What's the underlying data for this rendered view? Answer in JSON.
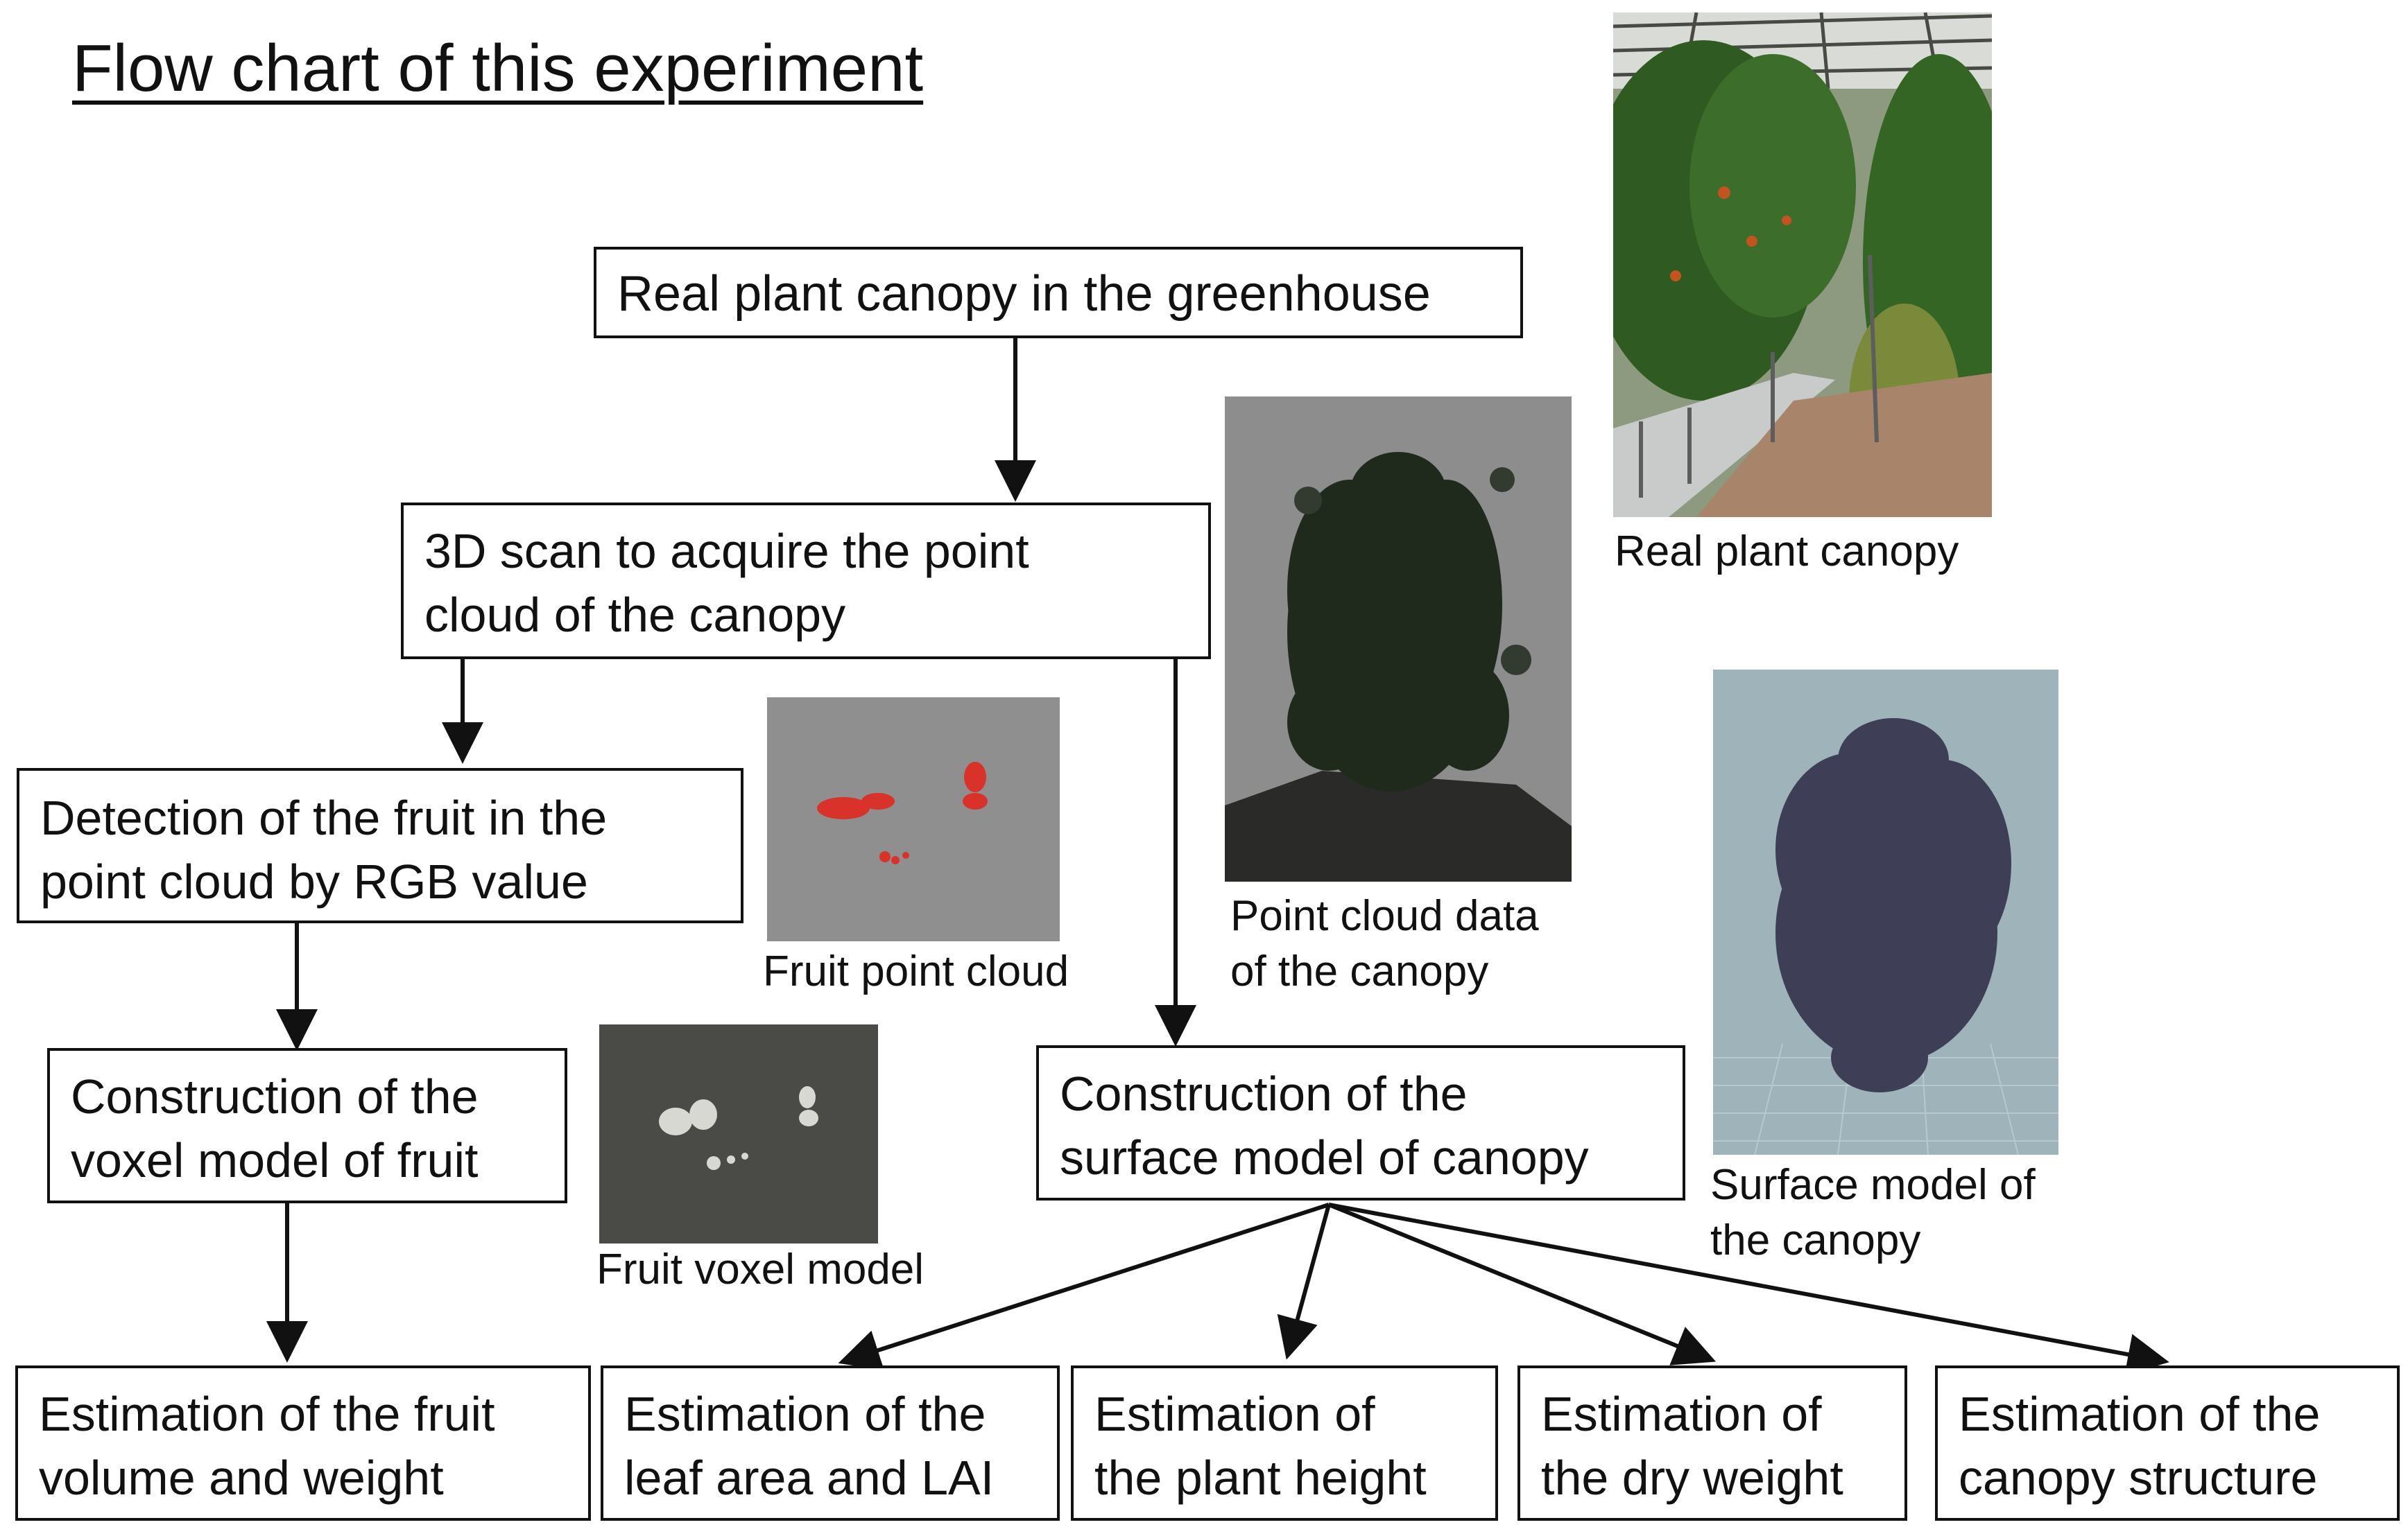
{
  "title": "Flow chart of this experiment",
  "boxes": {
    "real_canopy": "Real plant canopy in the greenhouse",
    "scan": [
      "3D scan to acquire the point",
      "cloud of the canopy"
    ],
    "detect": [
      "Detection of the fruit in the",
      "point cloud by RGB value"
    ],
    "voxel": [
      "Construction of the",
      "voxel model of fruit"
    ],
    "surface": [
      "Construction of the",
      "surface model of canopy"
    ],
    "est_fruit": [
      "Estimation of the fruit",
      "volume and weight"
    ],
    "est_leaf": [
      "Estimation of the",
      "leaf area and LAI"
    ],
    "est_height": [
      "Estimation of",
      "the plant height"
    ],
    "est_dry": [
      "Estimation of",
      "the dry weight"
    ],
    "est_structure": [
      "Estimation of the",
      "canopy structure"
    ]
  },
  "captions": {
    "real_canopy_photo": "Real plant canopy",
    "point_cloud": [
      "Point cloud data",
      "of the canopy"
    ],
    "fruit_point_cloud": "Fruit point cloud",
    "fruit_voxel": "Fruit voxel model",
    "surface_model": [
      "Surface model of",
      "the canopy"
    ]
  },
  "images": {
    "real_canopy_photo": "greenhouse tomato canopy photo",
    "point_cloud": "dark point cloud of plant canopy on grey background",
    "fruit_point_cloud": "red fruit points on grey background",
    "fruit_voxel": "white fruit voxel blobs on dark background",
    "surface_model": "surface mesh of canopy on grid floor"
  }
}
